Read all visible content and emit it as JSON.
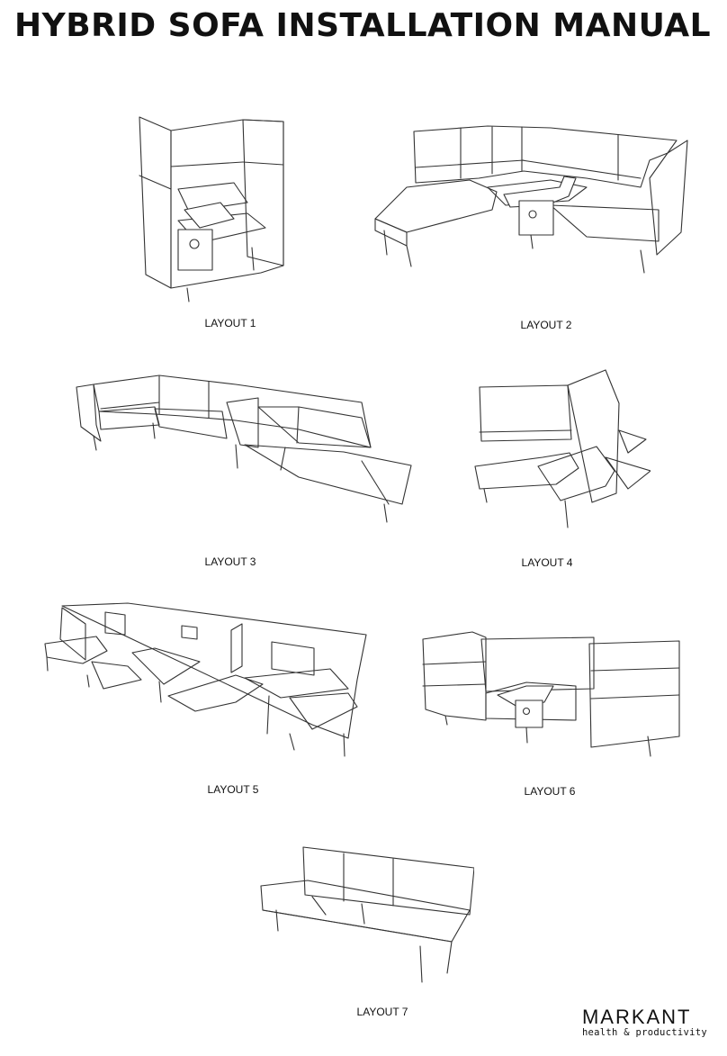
{
  "header": {
    "title": "HYBRID SOFA INSTALLATION MANUAL"
  },
  "layouts": [
    {
      "label": "LAYOUT 1"
    },
    {
      "label": "LAYOUT 2"
    },
    {
      "label": "LAYOUT 3"
    },
    {
      "label": "LAYOUT 4"
    },
    {
      "label": "LAYOUT 5"
    },
    {
      "label": "LAYOUT 6"
    },
    {
      "label": "LAYOUT 7"
    }
  ],
  "brand": {
    "name": "MARKANT",
    "tagline": "health & productivity"
  }
}
